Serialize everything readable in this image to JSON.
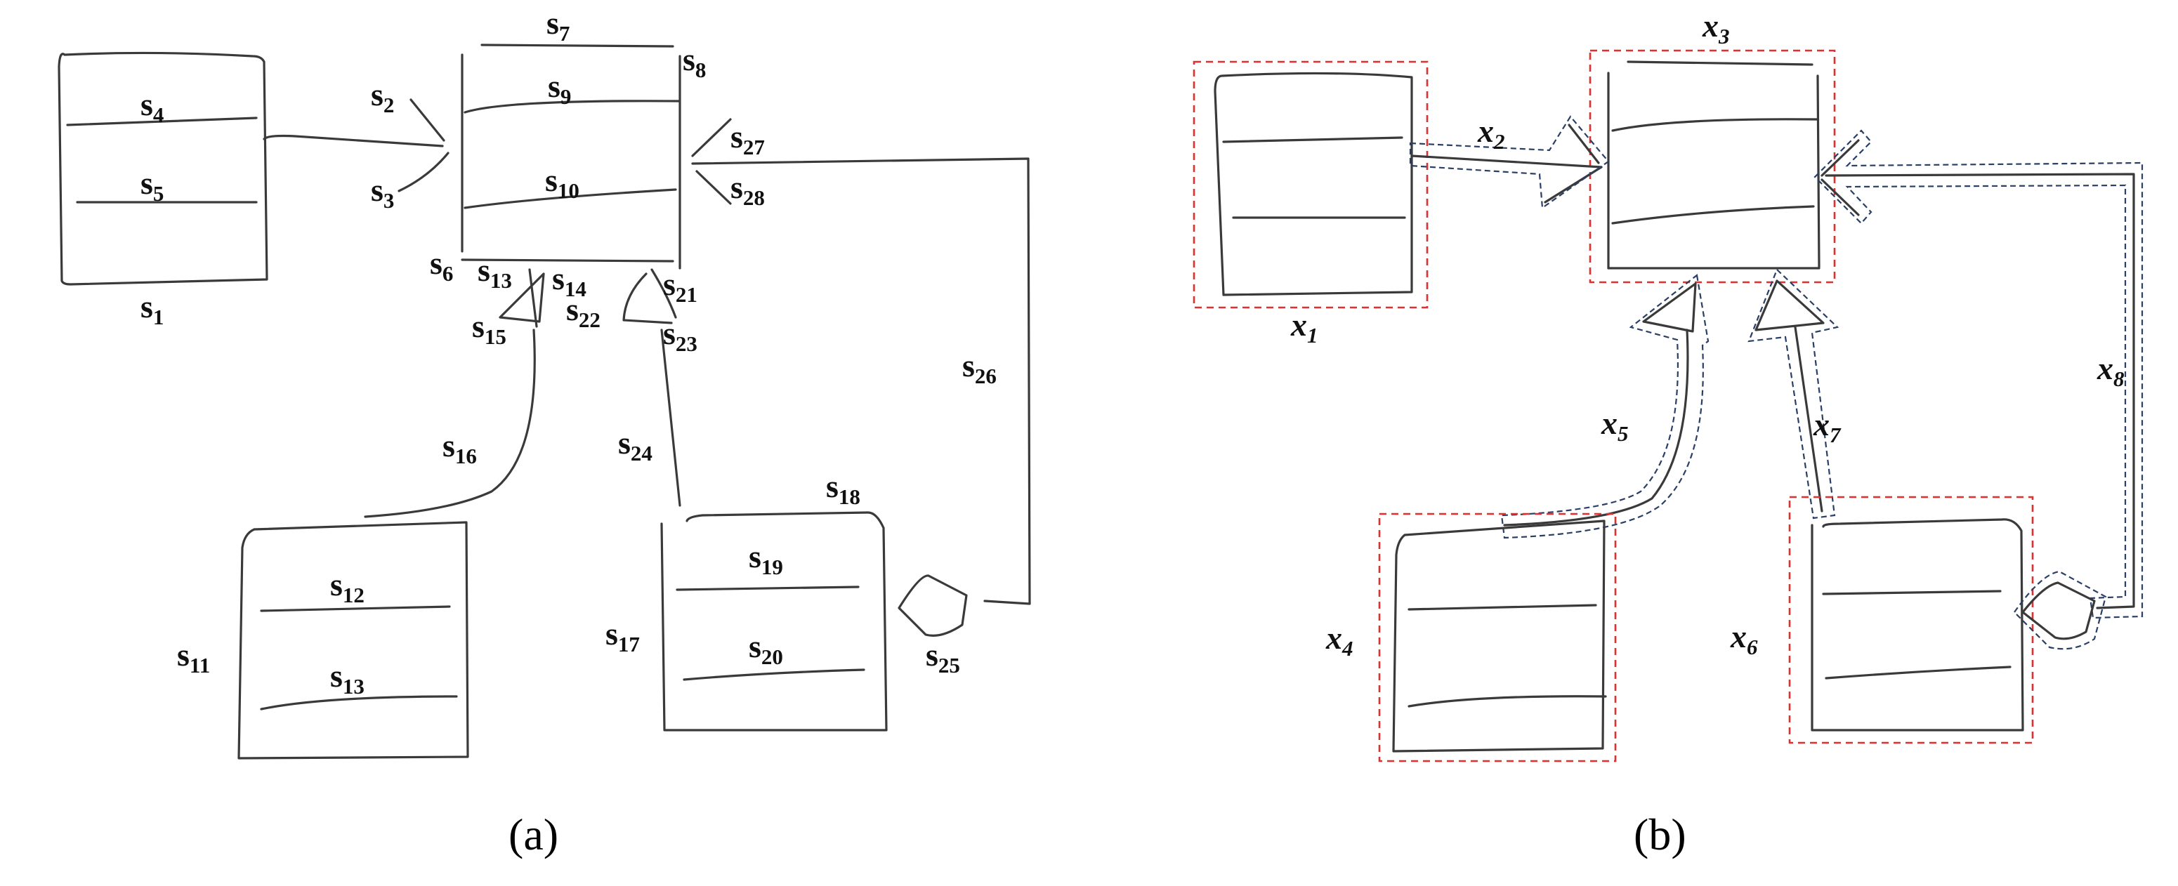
{
  "panels": [
    {
      "caption": "(a)",
      "labels": [
        {
          "base": "s",
          "sub": "1"
        },
        {
          "base": "s",
          "sub": "2"
        },
        {
          "base": "s",
          "sub": "3"
        },
        {
          "base": "s",
          "sub": "4"
        },
        {
          "base": "s",
          "sub": "5"
        },
        {
          "base": "s",
          "sub": "6"
        },
        {
          "base": "s",
          "sub": "7"
        },
        {
          "base": "s",
          "sub": "8"
        },
        {
          "base": "s",
          "sub": "9"
        },
        {
          "base": "s",
          "sub": "10"
        },
        {
          "base": "s",
          "sub": "11"
        },
        {
          "base": "s",
          "sub": "12"
        },
        {
          "base": "s",
          "sub": "13"
        },
        {
          "base": "s",
          "sub": "13"
        },
        {
          "base": "s",
          "sub": "14"
        },
        {
          "base": "s",
          "sub": "15"
        },
        {
          "base": "s",
          "sub": "16"
        },
        {
          "base": "s",
          "sub": "17"
        },
        {
          "base": "s",
          "sub": "18"
        },
        {
          "base": "s",
          "sub": "19"
        },
        {
          "base": "s",
          "sub": "20"
        },
        {
          "base": "s",
          "sub": "21"
        },
        {
          "base": "s",
          "sub": "22"
        },
        {
          "base": "s",
          "sub": "23"
        },
        {
          "base": "s",
          "sub": "24"
        },
        {
          "base": "s",
          "sub": "25"
        },
        {
          "base": "s",
          "sub": "26"
        },
        {
          "base": "s",
          "sub": "27"
        },
        {
          "base": "s",
          "sub": "28"
        }
      ]
    },
    {
      "caption": "(b)",
      "labels": [
        {
          "base": "x",
          "sub": "1"
        },
        {
          "base": "x",
          "sub": "2"
        },
        {
          "base": "x",
          "sub": "3"
        },
        {
          "base": "x",
          "sub": "4"
        },
        {
          "base": "x",
          "sub": "5"
        },
        {
          "base": "x",
          "sub": "6"
        },
        {
          "base": "x",
          "sub": "7"
        },
        {
          "base": "x",
          "sub": "8"
        }
      ]
    }
  ],
  "colors": {
    "stroke": "#3a3a3a",
    "symbol_box": "#e23030",
    "connector_box": "#2a3f66"
  }
}
